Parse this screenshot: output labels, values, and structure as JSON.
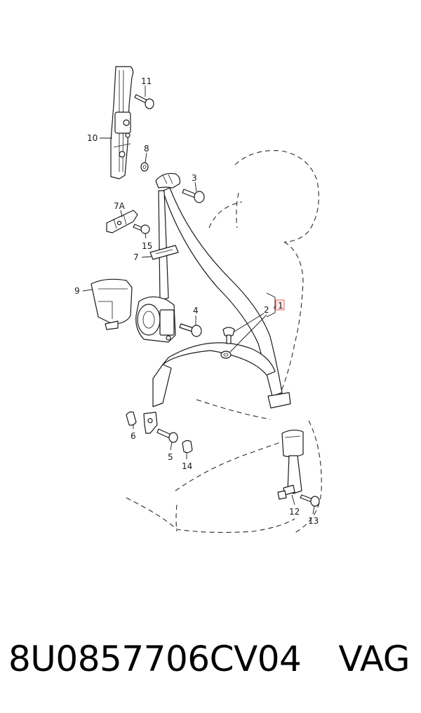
{
  "diagram": {
    "callouts": [
      "11",
      "10",
      "8",
      "3",
      "7A",
      "15",
      "7",
      "9",
      "4",
      "2",
      "1",
      "6",
      "5",
      "14",
      "12",
      "13"
    ]
  },
  "footer": {
    "part_number": "8U0857706CV04",
    "brand": "VAG"
  },
  "colors": {
    "line": "#1a1a1a",
    "callout_box": "#e06666",
    "background": "#ffffff"
  }
}
